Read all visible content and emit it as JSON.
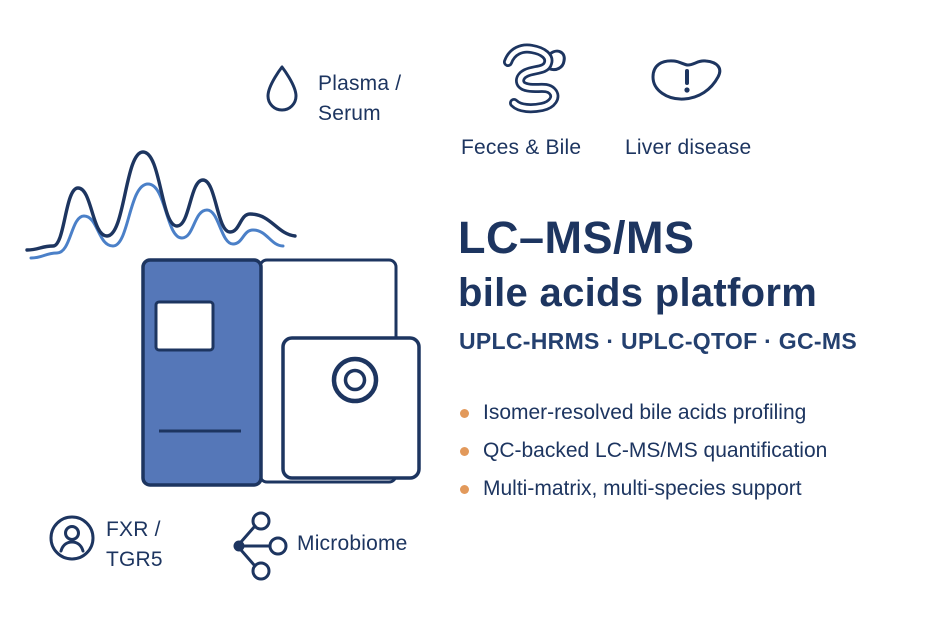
{
  "colors": {
    "background": "#ffffff",
    "navy": "#1d3560",
    "panel_blue": "#5577b8",
    "trace_blue": "#4b80c8",
    "bullet_orange": "#e2995b"
  },
  "tags": {
    "plasma_serum": {
      "line1": "Plasma /",
      "line2": "Serum",
      "icon": "drop-icon"
    },
    "feces_bile": {
      "label": "Feces & Bile",
      "icon": "intestine-icon"
    },
    "liver_disease": {
      "label": "Liver disease",
      "icon": "liver-alert-icon"
    },
    "fxr_tgr5": {
      "line1": "FXR /",
      "line2": "TGR5",
      "icon": "receptor-person-icon"
    },
    "microbiome": {
      "label": "Microbiome",
      "icon": "microbiome-network-icon"
    }
  },
  "headline": {
    "line1": "LC–MS/MS",
    "line2": "bile acids platform"
  },
  "methods": "UPLC-HRMS · UPLC-QTOF · GC-MS",
  "bullets": [
    "Isomer-resolved bile acids profiling",
    "QC-backed LC-MS/MS quantification",
    "Multi-matrix, multi-species support"
  ]
}
